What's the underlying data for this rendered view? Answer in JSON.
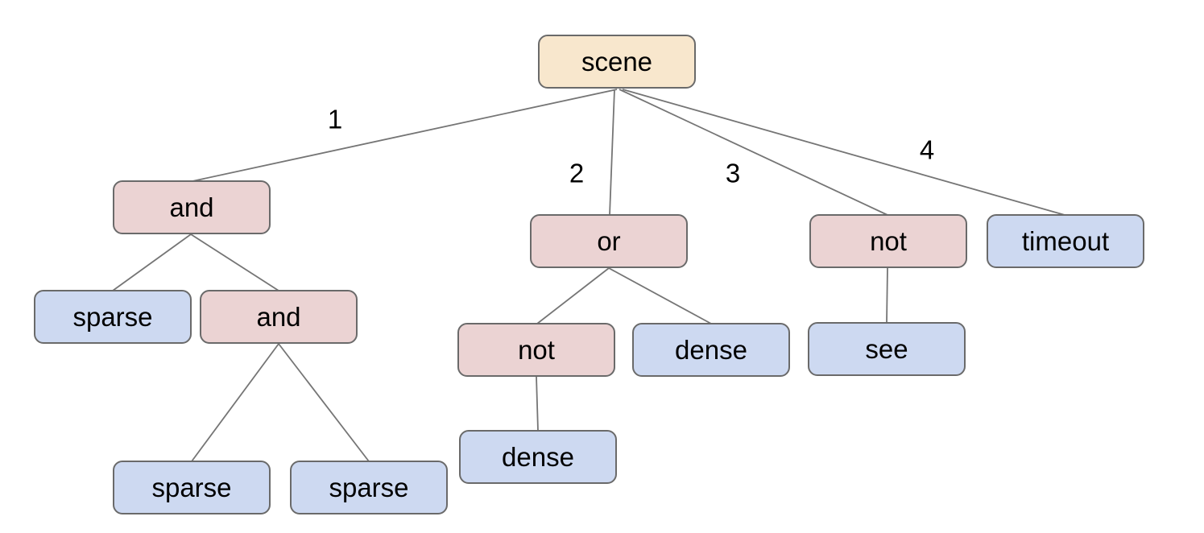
{
  "diagram": {
    "kind": "behavior-tree",
    "background": "#ffffff",
    "colors": {
      "root_fill": "#f8e7cd",
      "operator_fill": "#ebd3d3",
      "leaf_fill": "#cdd9f1",
      "node_border": "#6a6a6a",
      "edge_line": "#757575",
      "text": "#000000"
    }
  },
  "tree": {
    "label": "scene",
    "type": "root",
    "children": [
      {
        "edge_label": "1",
        "label": "and",
        "type": "operator",
        "children": [
          {
            "label": "sparse",
            "type": "leaf"
          },
          {
            "label": "and",
            "type": "operator",
            "children": [
              {
                "label": "sparse",
                "type": "leaf"
              },
              {
                "label": "sparse",
                "type": "leaf"
              }
            ]
          }
        ]
      },
      {
        "edge_label": "2",
        "label": "or",
        "type": "operator",
        "children": [
          {
            "label": "not",
            "type": "operator",
            "children": [
              {
                "label": "dense",
                "type": "leaf"
              }
            ]
          },
          {
            "label": "dense",
            "type": "leaf"
          }
        ]
      },
      {
        "edge_label": "3",
        "label": "not",
        "type": "operator",
        "children": [
          {
            "label": "see",
            "type": "leaf"
          }
        ]
      },
      {
        "edge_label": "4",
        "label": "timeout",
        "type": "leaf",
        "children": []
      }
    ]
  }
}
